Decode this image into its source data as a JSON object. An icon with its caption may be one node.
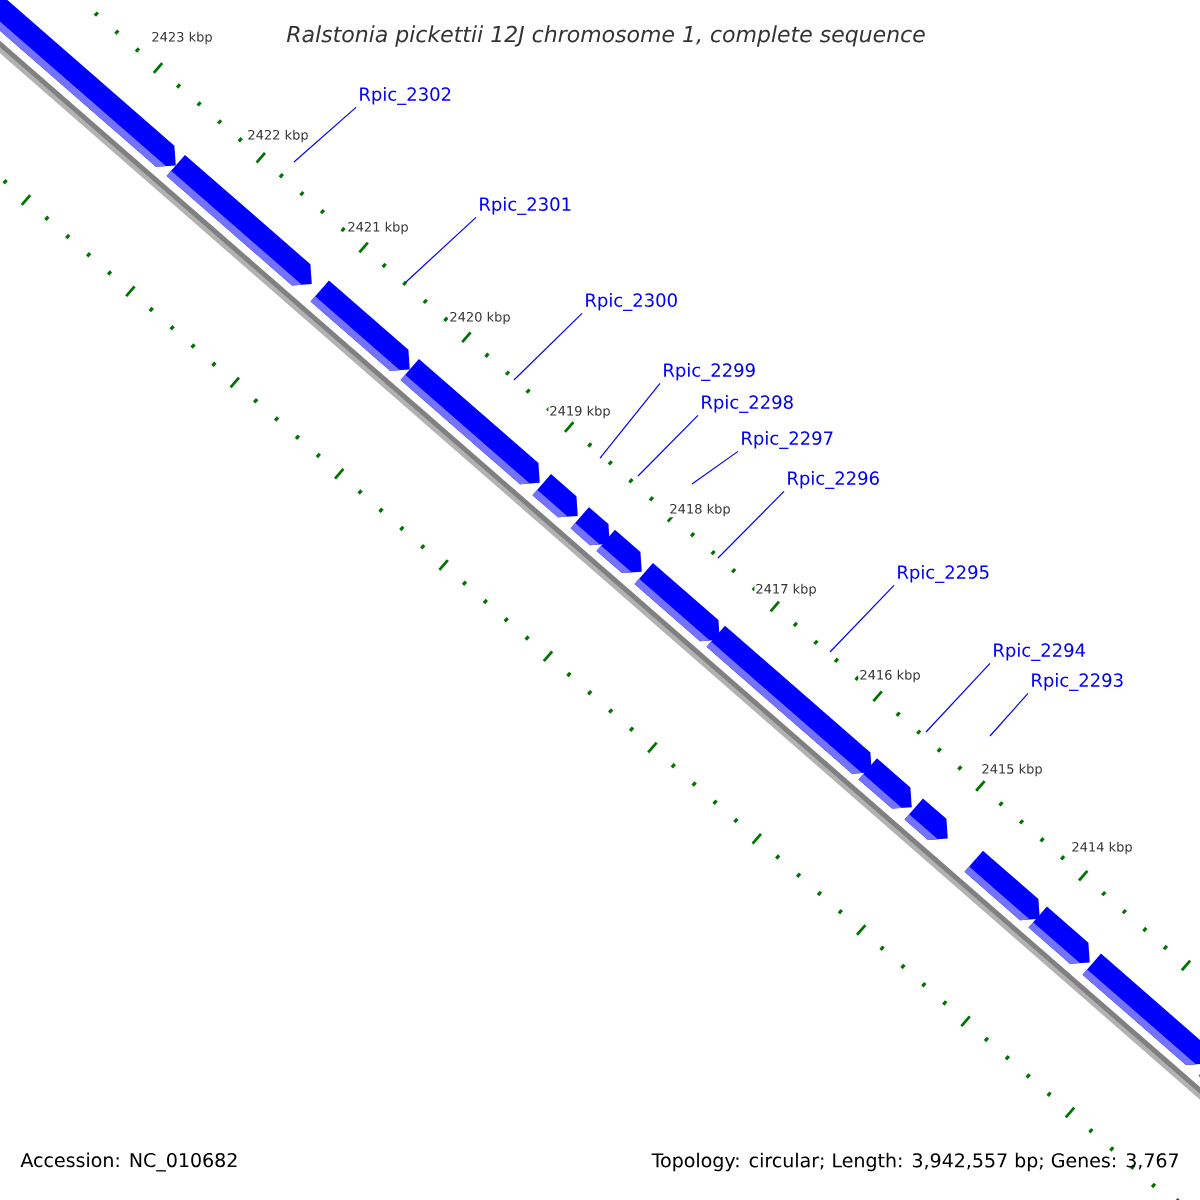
{
  "diagram": {
    "title": "*Ralstonia pickettii* 12J chromosome 1, complete sequence",
    "nodes": [
      {
        "text": [
          "Rpic_2302"
        ]
      },
      {
        "text": [
          "Rpic_2301"
        ]
      },
      {
        "text": [
          "Rpic_2300"
        ]
      },
      {
        "text": [
          "Rpic_2299"
        ]
      },
      {
        "text": [
          "Rpic_2298"
        ]
      },
      {
        "text": [
          "Rpic_2297"
        ]
      },
      {
        "text": [
          "Rpic_2296"
        ]
      },
      {
        "text": [
          "Rpic_2295"
        ]
      },
      {
        "text": [
          "Rpic_2294"
        ]
      },
      {
        "text": [
          "Rpic_2293"
        ]
      }
    ],
    "edges": [
      {
        "from": 0,
        "to": null,
        "arrow": "none"
      },
      {
        "from": 1,
        "to": null,
        "arrow": "none"
      },
      {
        "from": 2,
        "to": null,
        "arrow": "none"
      },
      {
        "from": 3,
        "to": null,
        "arrow": "none"
      },
      {
        "from": 4,
        "to": null,
        "arrow": "none"
      },
      {
        "from": 5,
        "to": null,
        "arrow": "none"
      },
      {
        "from": 6,
        "to": null,
        "arrow": "none"
      },
      {
        "from": 7,
        "to": null,
        "arrow": "none"
      },
      {
        "from": 8,
        "to": null,
        "arrow": "none"
      },
      {
        "from": 9,
        "to": null,
        "arrow": "none"
      }
    ],
    "labels": [
      "2423 kbp",
      "2422 kbp",
      "2421 kbp",
      "2420 kbp",
      "2419 kbp",
      "2418 kbp",
      "2417 kbp",
      "2416 kbp",
      "2415 kbp",
      "2414 kbp",
      "Accession: NC_010682",
      "Topology: circular; Length: 3,942,557 bp; Genes: 3,767"
    ]
  }
}
